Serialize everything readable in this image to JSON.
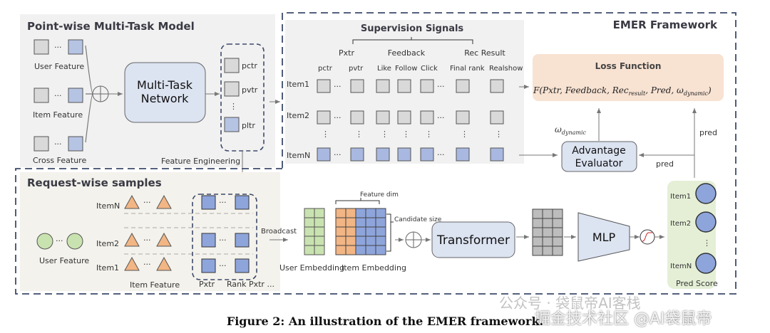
{
  "figure": {
    "caption": "Figure 2: An illustration of the EMER framework.",
    "colors": {
      "gray_cell": "#d9d9d9",
      "blue_cell": "#a9b8e0",
      "blue_dark_cell": "#8ea5dc",
      "orange": "#f2b584",
      "green": "#c9e3b0",
      "network_box": "#dce3f1",
      "loss_box": "#f8e2d2",
      "pred_panel": "#e4efd6",
      "dashed": "#3d4a6b"
    },
    "pointwise": {
      "title": "Point-wise Multi-Task Model",
      "features": [
        "User Feature",
        "Item Feature",
        "Cross Feature"
      ],
      "network": [
        "Multi-Task",
        "Network"
      ],
      "outputs": [
        "pctr",
        "pvtr",
        "pltr"
      ],
      "feature_engineering": "Feature Engineering"
    },
    "emer": {
      "title": "EMER Framework",
      "supervision": {
        "title": "Supervision Signals",
        "groups": [
          "Pxtr",
          "Feedback",
          "Rec Result"
        ],
        "columns": [
          "pctr",
          "pvtr",
          "Like",
          "Follow",
          "Click",
          "Final rank",
          "Realshow"
        ],
        "rows": [
          "Item1",
          "Item2",
          "ItemN"
        ]
      },
      "loss": {
        "title": "Loss Function",
        "formula": "F(Pxtr, Feedback, Rec",
        "formula_sub": "result",
        "formula_tail": ", Pred, ω",
        "formula_sub2": "dynamic",
        "formula_close": ")"
      },
      "omega_label": "ω",
      "omega_sub": "dynamic",
      "advantage": [
        "Advantage",
        "Evaluator"
      ],
      "pred_label": "pred"
    },
    "requestwise": {
      "title": "Request-wise samples",
      "items": [
        "ItemN",
        "Item2",
        "Item1"
      ],
      "user_feature": "User Feature",
      "item_feature": "Item Feature",
      "pxtr": "Pxtr",
      "rank_pxtr": "Rank Pxtr ...",
      "broadcast": "Broadcast",
      "feature_dim": "Feature dim",
      "candidate_size": "Candidate size",
      "user_embedding": "User Embedding",
      "item_embedding": "Item Embedding",
      "transformer": "Transformer",
      "mlp": "MLP",
      "pred_items": [
        "Item1",
        "Item2",
        "ItemN"
      ],
      "pred_score": "Pred Score"
    },
    "watermark": {
      "line1": "公众号 · 袋鼠帝AI客栈",
      "line2": "掘金技术社区 @AI袋鼠帝"
    }
  }
}
